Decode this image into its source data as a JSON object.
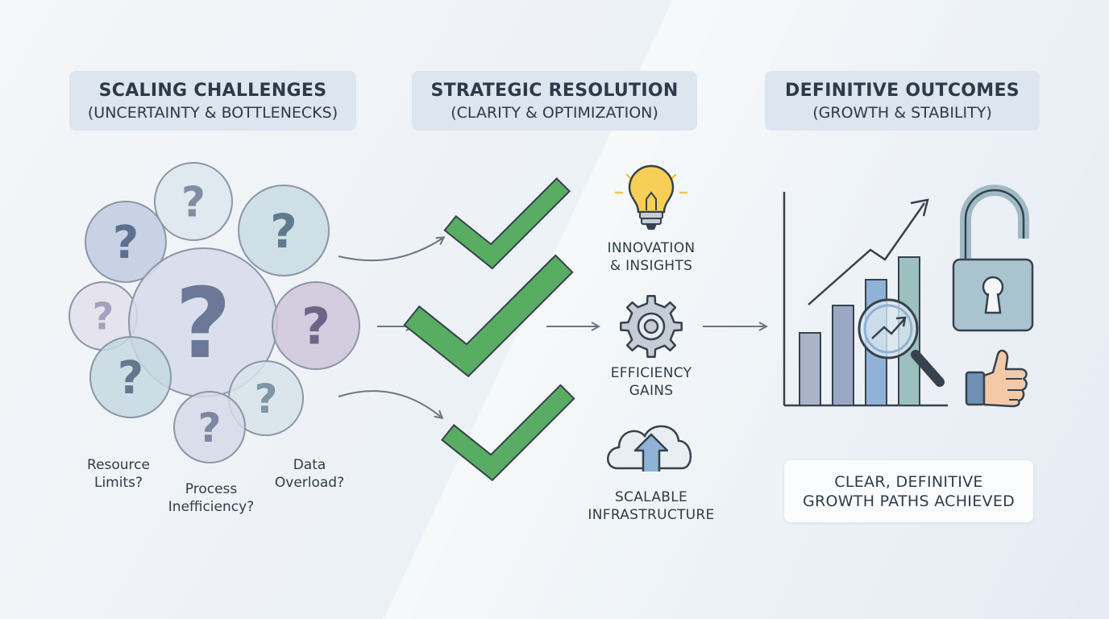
{
  "columns": {
    "challenges": {
      "title": "SCALING CHALLENGES",
      "subtitle": "(UNCERTAINTY & BOTTLENECKS)"
    },
    "resolution": {
      "title": "STRATEGIC RESOLUTION",
      "subtitle": "(CLARITY & OPTIMIZATION)"
    },
    "outcomes": {
      "title": "DEFINITIVE OUTCOMES",
      "subtitle": "(GROWTH & STABILITY)"
    }
  },
  "question_glyph": "?",
  "questions": {
    "resource": [
      "Resource",
      "Limits?"
    ],
    "process": [
      "Process",
      "Inefficiency?"
    ],
    "data": [
      "Data",
      "Overload?"
    ]
  },
  "resolution_items": {
    "innovation": [
      "INNOVATION",
      "& INSIGHTS"
    ],
    "efficiency": [
      "EFFICIENCY",
      "GAINS"
    ],
    "infrastructure": [
      "SCALABLE",
      "INFRASTRUCTURE"
    ]
  },
  "result": [
    "CLEAR, DEFINITIVE",
    "GROWTH PATHS ACHIEVED"
  ],
  "chart_data": {
    "type": "bar",
    "bars": [
      0.45,
      0.62,
      0.78,
      0.92
    ],
    "bar_colors": [
      "#a9b4c8",
      "#9aa8c4",
      "#8fb2d6",
      "#9cc0c0"
    ],
    "trend": "rising"
  },
  "colors": {
    "check": "#59ad62",
    "check_outline": "#36424d",
    "bulb": "#f7cf57",
    "gear": "#c7cdd6",
    "lock": "#a9c3cf",
    "thumb": "#f3c9a8",
    "cuff": "#6f8fb3",
    "arrow": "#6a7685"
  }
}
